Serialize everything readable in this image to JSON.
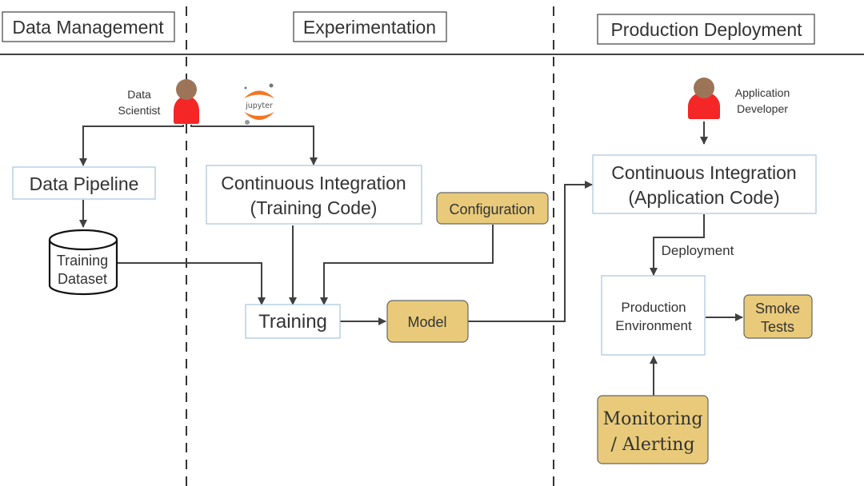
{
  "lanes": [
    {
      "title": "Data Management"
    },
    {
      "title": "Experimentation"
    },
    {
      "title": "Production Deployment"
    }
  ],
  "actors": {
    "data_scientist": {
      "line1": "Data",
      "line2": "Scientist"
    },
    "app_developer": {
      "line1": "Application",
      "line2": "Developer"
    }
  },
  "tools": {
    "jupyter": {
      "label": "jupyter"
    }
  },
  "nodes": {
    "data_pipeline": {
      "label": "Data Pipeline"
    },
    "training_dataset": {
      "line1": "Training",
      "line2": "Dataset"
    },
    "ci_training": {
      "line1": "Continuous Integration",
      "line2": "(Training Code)"
    },
    "configuration": {
      "label": "Configuration"
    },
    "training": {
      "label": "Training"
    },
    "model": {
      "label": "Model"
    },
    "ci_application": {
      "line1": "Continuous Integration",
      "line2": "(Application Code)"
    },
    "production_env": {
      "line1": "Production",
      "line2": "Environment"
    },
    "smoke_tests": {
      "line1": "Smoke",
      "line2": "Tests"
    },
    "monitoring": {
      "line1": "Monitoring",
      "line2": "/ Alerting"
    }
  },
  "edge_labels": {
    "deployment": "Deployment"
  },
  "colors": {
    "artifact_fill": "#e8ca7a",
    "process_border": "#a9c4dc",
    "actor_body": "#f42626",
    "actor_head": "#9c7559",
    "jupyter_orange": "#f37726",
    "line": "#404040"
  }
}
